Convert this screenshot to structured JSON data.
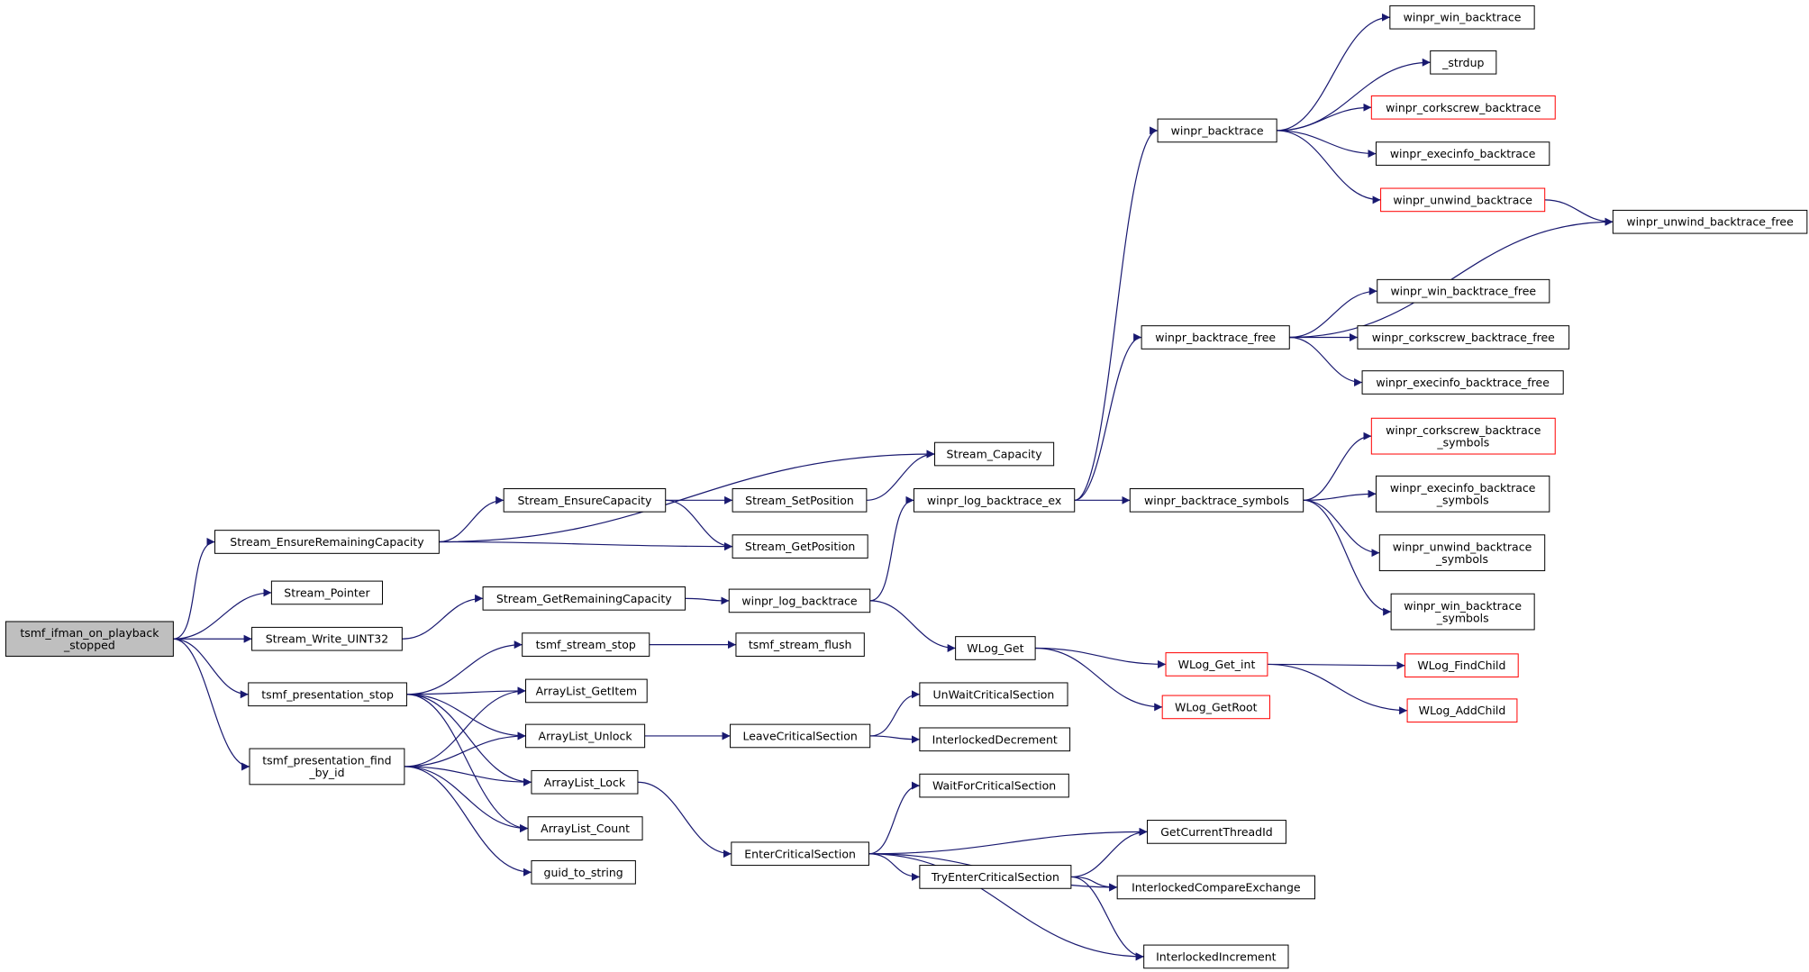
{
  "graph": {
    "edge_color": "#191970",
    "root_fill": "#bfbfbf",
    "incomplete_border_color": "#ff0000",
    "nodes": [
      {
        "id": "root",
        "lines": [
          "tsmf_ifman_on_playback",
          "_stopped"
        ],
        "style": "root"
      },
      {
        "id": "erc",
        "lines": [
          "Stream_EnsureRemainingCapacity"
        ]
      },
      {
        "id": "sptr",
        "lines": [
          "Stream_Pointer"
        ]
      },
      {
        "id": "swu32",
        "lines": [
          "Stream_Write_UINT32"
        ]
      },
      {
        "id": "pstop",
        "lines": [
          "tsmf_presentation_stop"
        ]
      },
      {
        "id": "pfind",
        "lines": [
          "tsmf_presentation_find",
          "_by_id"
        ]
      },
      {
        "id": "sec",
        "lines": [
          "Stream_EnsureCapacity"
        ]
      },
      {
        "id": "sgrc",
        "lines": [
          "Stream_GetRemainingCapacity"
        ]
      },
      {
        "id": "sstop",
        "lines": [
          "tsmf_stream_stop"
        ]
      },
      {
        "id": "algi",
        "lines": [
          "ArrayList_GetItem"
        ]
      },
      {
        "id": "alun",
        "lines": [
          "ArrayList_Unlock"
        ]
      },
      {
        "id": "allk",
        "lines": [
          "ArrayList_Lock"
        ]
      },
      {
        "id": "alct",
        "lines": [
          "ArrayList_Count"
        ]
      },
      {
        "id": "g2s",
        "lines": [
          "guid_to_string"
        ]
      },
      {
        "id": "scap",
        "lines": [
          "Stream_Capacity"
        ]
      },
      {
        "id": "ssp",
        "lines": [
          "Stream_SetPosition"
        ]
      },
      {
        "id": "sgp",
        "lines": [
          "Stream_GetPosition"
        ]
      },
      {
        "id": "wlb",
        "lines": [
          "winpr_log_backtrace"
        ]
      },
      {
        "id": "sflush",
        "lines": [
          "tsmf_stream_flush"
        ]
      },
      {
        "id": "lcs",
        "lines": [
          "LeaveCriticalSection"
        ]
      },
      {
        "id": "ecs",
        "lines": [
          "EnterCriticalSection"
        ]
      },
      {
        "id": "wlbex",
        "lines": [
          "winpr_log_backtrace_ex"
        ]
      },
      {
        "id": "wlget",
        "lines": [
          "WLog_Get"
        ]
      },
      {
        "id": "unwcs",
        "lines": [
          "UnWaitCriticalSection"
        ]
      },
      {
        "id": "idec",
        "lines": [
          "InterlockedDecrement"
        ]
      },
      {
        "id": "wfcs",
        "lines": [
          "WaitForCriticalSection"
        ]
      },
      {
        "id": "tecs",
        "lines": [
          "TryEnterCriticalSection"
        ]
      },
      {
        "id": "wbt",
        "lines": [
          "winpr_backtrace"
        ]
      },
      {
        "id": "wbtf",
        "lines": [
          "winpr_backtrace_free"
        ]
      },
      {
        "id": "wbts",
        "lines": [
          "winpr_backtrace_symbols"
        ]
      },
      {
        "id": "wlgi",
        "lines": [
          "WLog_Get_int"
        ],
        "style": "red"
      },
      {
        "id": "wlgr",
        "lines": [
          "WLog_GetRoot"
        ],
        "style": "red"
      },
      {
        "id": "gctid",
        "lines": [
          "GetCurrentThreadId"
        ]
      },
      {
        "id": "ice",
        "lines": [
          "InterlockedCompareExchange"
        ]
      },
      {
        "id": "iinc",
        "lines": [
          "InterlockedIncrement"
        ]
      },
      {
        "id": "wwbt",
        "lines": [
          "winpr_win_backtrace"
        ]
      },
      {
        "id": "strdup",
        "lines": [
          "_strdup"
        ]
      },
      {
        "id": "wcbt",
        "lines": [
          "winpr_corkscrew_backtrace"
        ],
        "style": "red"
      },
      {
        "id": "webt",
        "lines": [
          "winpr_execinfo_backtrace"
        ]
      },
      {
        "id": "wubt",
        "lines": [
          "winpr_unwind_backtrace"
        ],
        "style": "red"
      },
      {
        "id": "wubtf",
        "lines": [
          "winpr_unwind_backtrace_free"
        ]
      },
      {
        "id": "wwbtf",
        "lines": [
          "winpr_win_backtrace_free"
        ]
      },
      {
        "id": "wcbtf",
        "lines": [
          "winpr_corkscrew_backtrace_free"
        ]
      },
      {
        "id": "webtf",
        "lines": [
          "winpr_execinfo_backtrace_free"
        ]
      },
      {
        "id": "wcbts",
        "lines": [
          "winpr_corkscrew_backtrace",
          "_symbols"
        ],
        "style": "red"
      },
      {
        "id": "webts",
        "lines": [
          "winpr_execinfo_backtrace",
          "_symbols"
        ]
      },
      {
        "id": "wubts",
        "lines": [
          "winpr_unwind_backtrace",
          "_symbols"
        ]
      },
      {
        "id": "wwbts",
        "lines": [
          "winpr_win_backtrace",
          "_symbols"
        ]
      },
      {
        "id": "wlfc",
        "lines": [
          "WLog_FindChild"
        ],
        "style": "red"
      },
      {
        "id": "wlac",
        "lines": [
          "WLog_AddChild"
        ],
        "style": "red"
      }
    ],
    "edges": [
      [
        "root",
        "erc"
      ],
      [
        "root",
        "sptr"
      ],
      [
        "root",
        "swu32"
      ],
      [
        "root",
        "pstop"
      ],
      [
        "root",
        "pfind"
      ],
      [
        "erc",
        "scap"
      ],
      [
        "erc",
        "sec"
      ],
      [
        "erc",
        "sgp"
      ],
      [
        "sec",
        "ssp"
      ],
      [
        "sec",
        "sgp"
      ],
      [
        "ssp",
        "scap"
      ],
      [
        "swu32",
        "sgrc"
      ],
      [
        "sgrc",
        "wlb"
      ],
      [
        "pstop",
        "sstop"
      ],
      [
        "pstop",
        "algi"
      ],
      [
        "pstop",
        "alun"
      ],
      [
        "pstop",
        "allk"
      ],
      [
        "pstop",
        "alct"
      ],
      [
        "pfind",
        "algi"
      ],
      [
        "pfind",
        "alun"
      ],
      [
        "pfind",
        "allk"
      ],
      [
        "pfind",
        "alct"
      ],
      [
        "pfind",
        "g2s"
      ],
      [
        "sstop",
        "sflush"
      ],
      [
        "alun",
        "lcs"
      ],
      [
        "allk",
        "ecs"
      ],
      [
        "lcs",
        "unwcs"
      ],
      [
        "lcs",
        "idec"
      ],
      [
        "ecs",
        "wfcs"
      ],
      [
        "ecs",
        "gctid"
      ],
      [
        "ecs",
        "tecs"
      ],
      [
        "ecs",
        "ice"
      ],
      [
        "ecs",
        "iinc"
      ],
      [
        "tecs",
        "gctid"
      ],
      [
        "tecs",
        "ice"
      ],
      [
        "tecs",
        "iinc"
      ],
      [
        "wlb",
        "wlbex"
      ],
      [
        "wlb",
        "wlget"
      ],
      [
        "wlget",
        "wlgi"
      ],
      [
        "wlget",
        "wlgr"
      ],
      [
        "wlgi",
        "wlfc"
      ],
      [
        "wlgi",
        "wlac"
      ],
      [
        "wlbex",
        "wbt"
      ],
      [
        "wlbex",
        "wbtf"
      ],
      [
        "wlbex",
        "wbts"
      ],
      [
        "wbt",
        "wwbt"
      ],
      [
        "wbt",
        "strdup"
      ],
      [
        "wbt",
        "wcbt"
      ],
      [
        "wbt",
        "webt"
      ],
      [
        "wbt",
        "wubt"
      ],
      [
        "wubt",
        "wubtf"
      ],
      [
        "wbtf",
        "wubtf"
      ],
      [
        "wbtf",
        "wwbtf"
      ],
      [
        "wbtf",
        "wcbtf"
      ],
      [
        "wbtf",
        "webtf"
      ],
      [
        "wbts",
        "wcbts"
      ],
      [
        "wbts",
        "webts"
      ],
      [
        "wbts",
        "wubts"
      ],
      [
        "wbts",
        "wwbts"
      ]
    ]
  }
}
